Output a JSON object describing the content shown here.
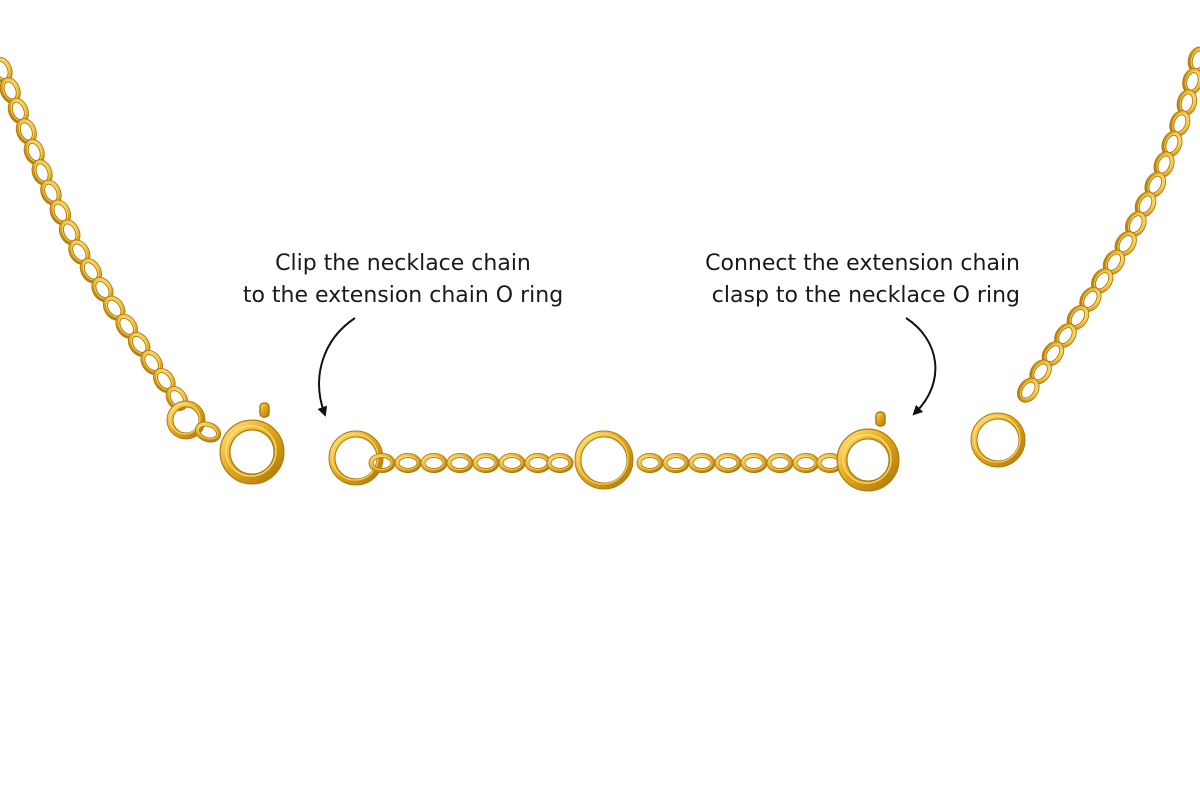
{
  "captions": {
    "left": {
      "line1": "Clip the necklace chain",
      "line2": "to the extension chain O ring"
    },
    "right": {
      "line1": "Connect the extension chain",
      "line2": "clasp to the necklace O ring"
    }
  },
  "colors": {
    "background": "#ffffff",
    "gold_dark": "#b07a0c",
    "gold_mid": "#e3a81a",
    "gold_light": "#ffe07a",
    "text": "#1a1a1a",
    "arrow": "#111111"
  },
  "icons": {
    "left_arrow": "curved-arrow-down-left-icon",
    "right_arrow": "curved-arrow-down-right-icon"
  }
}
